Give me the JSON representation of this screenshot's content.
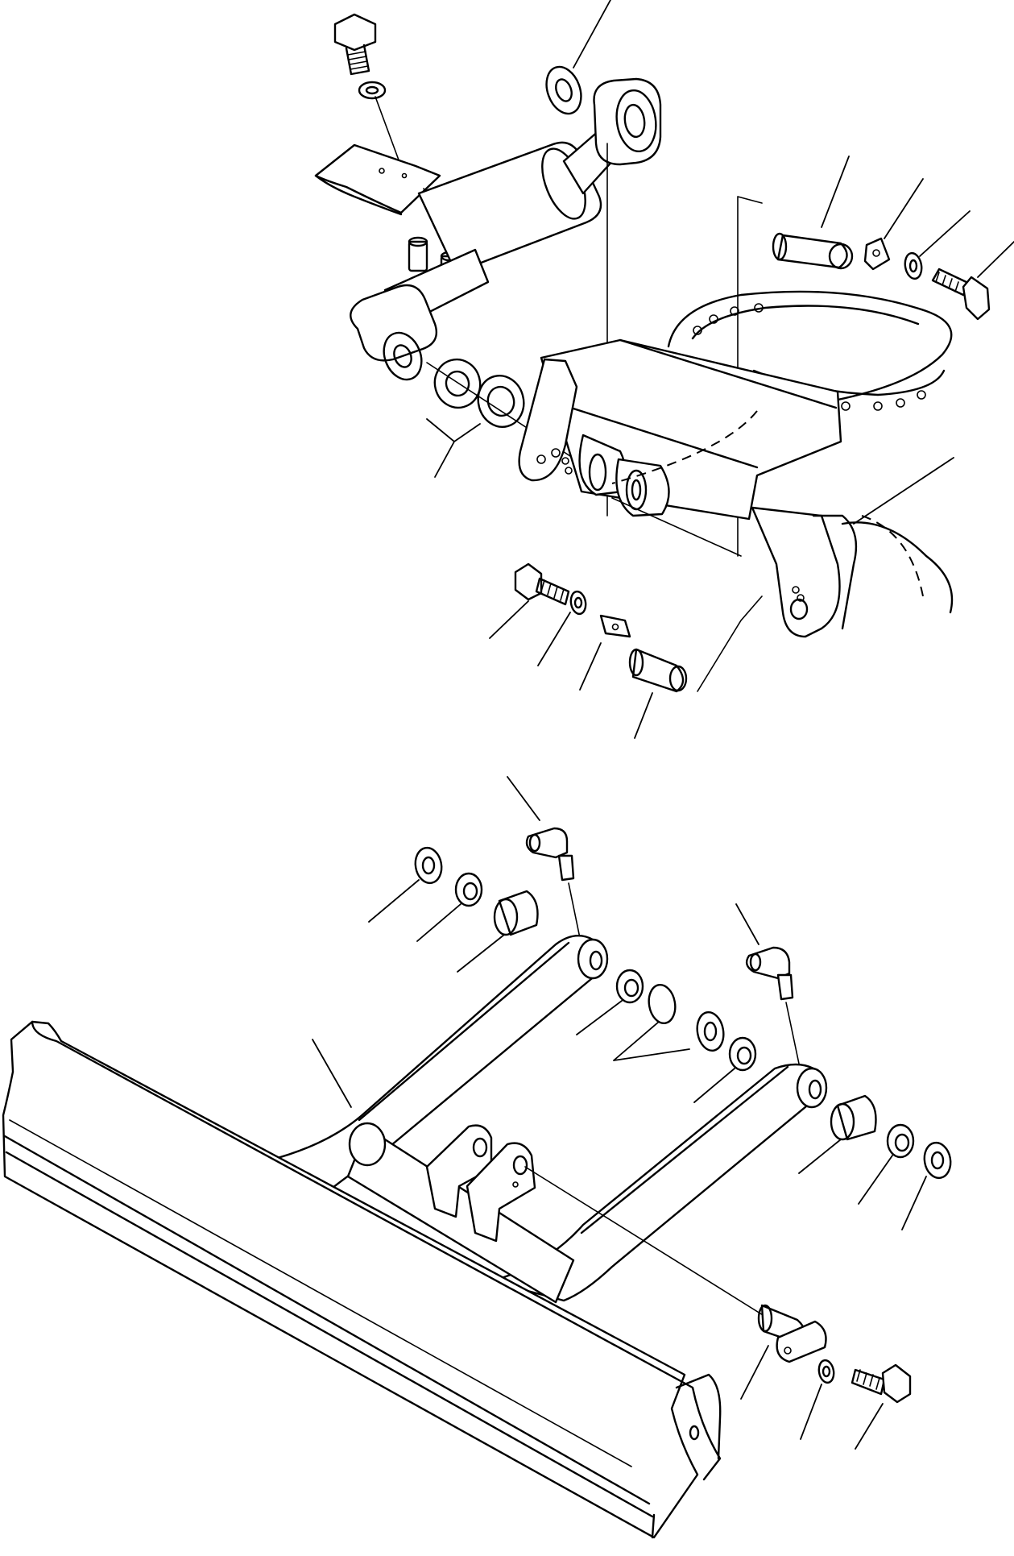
{
  "drawing": {
    "type": "exploded parts illustration",
    "line_color": "#000000",
    "background_color": "#ffffff",
    "assemblies": [
      "blade-cylinder-assembly",
      "dozer-blade-assembly"
    ]
  }
}
